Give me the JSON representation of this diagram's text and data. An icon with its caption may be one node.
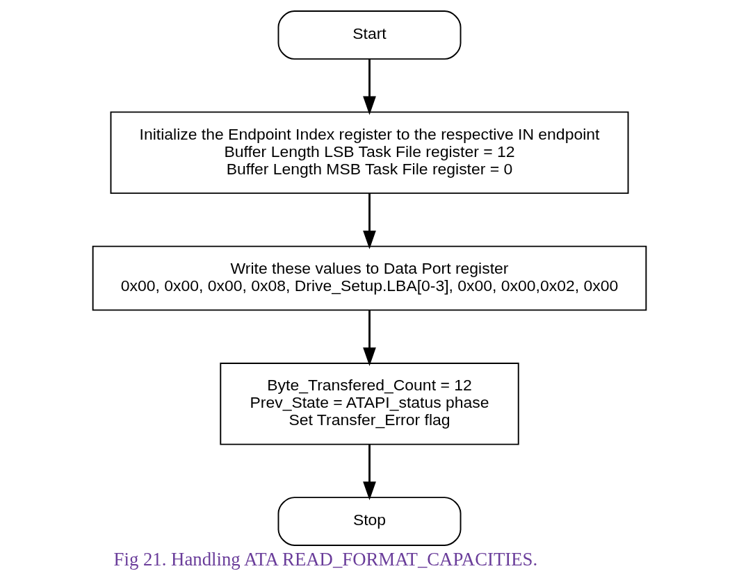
{
  "diagram": {
    "caption": "Fig 21. Handling ATA READ_FORMAT_CAPACITIES.",
    "nodes": [
      {
        "text": [
          "Start"
        ]
      },
      {
        "text": [
          "Initialize the Endpoint Index register to the respective IN endpoint",
          "Buffer Length LSB Task File register = 12",
          "Buffer Length MSB Task File register = 0"
        ]
      },
      {
        "text": [
          "Write these values to Data Port register",
          "0x00, 0x00, 0x00, 0x08, Drive_Setup.LBA[0-3], 0x00, 0x00,0x02, 0x00"
        ]
      },
      {
        "text": [
          "Byte_Transfered_Count = 12",
          "Prev_State = ATAPI_status phase",
          "Set Transfer_Error flag"
        ]
      },
      {
        "text": [
          "Stop"
        ]
      }
    ],
    "edges": [
      {
        "from": 0,
        "to": 1,
        "arrow": "to"
      },
      {
        "from": 1,
        "to": 2,
        "arrow": "to"
      },
      {
        "from": 2,
        "to": 3,
        "arrow": "to"
      },
      {
        "from": 3,
        "to": 4,
        "arrow": "to"
      }
    ]
  }
}
